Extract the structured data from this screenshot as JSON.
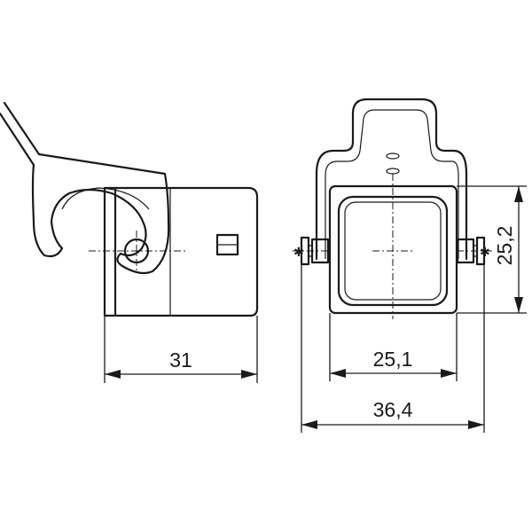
{
  "dimensions": {
    "side_length": "31",
    "front_inner_width": "25,1",
    "front_outer_width": "36,4",
    "front_height": "25,2"
  }
}
